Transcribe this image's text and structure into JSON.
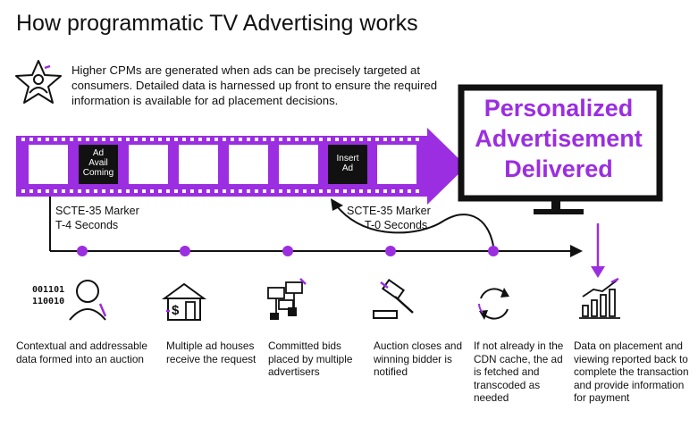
{
  "title": "How programmatic TV Advertising works",
  "intro": "Higher CPMs are generated when ads can be precisely targeted at consumers.  Detailed data is harnessed up front to ensure the required information is available for ad placement decisions.",
  "tv_message": [
    "Personalized",
    "Advertisement",
    "Delivered"
  ],
  "frames": [
    {
      "label": [
        "Ad",
        "Avail",
        "Coming"
      ]
    },
    {
      "label": [
        "Insert",
        "Ad"
      ]
    }
  ],
  "markers": [
    {
      "line1": "SCTE-35 Marker",
      "line2": "T-4 Seconds"
    },
    {
      "line1": "SCTE-35 Marker",
      "line2": "T-0 Seconds"
    }
  ],
  "binary": [
    "001101",
    "110010"
  ],
  "steps": [
    {
      "icon": "person-data-icon",
      "text": "Contextual and addressable data formed into an auction"
    },
    {
      "icon": "ad-house-icon",
      "text": "Multiple ad houses receive the request"
    },
    {
      "icon": "bid-signs-icon",
      "text": "Committed bids placed by multiple advertisers"
    },
    {
      "icon": "gavel-icon",
      "text": "Auction closes and winning bidder is notified"
    },
    {
      "icon": "refresh-cycle-icon",
      "text": "If not already in the CDN cache, the ad is fetched and transcoded as needed"
    },
    {
      "icon": "bar-chart-icon",
      "text": "Data on placement and viewing reported back to complete the transaction and provide information for payment"
    }
  ],
  "colors": {
    "accent": "#9b2ee0",
    "ink": "#111111"
  }
}
